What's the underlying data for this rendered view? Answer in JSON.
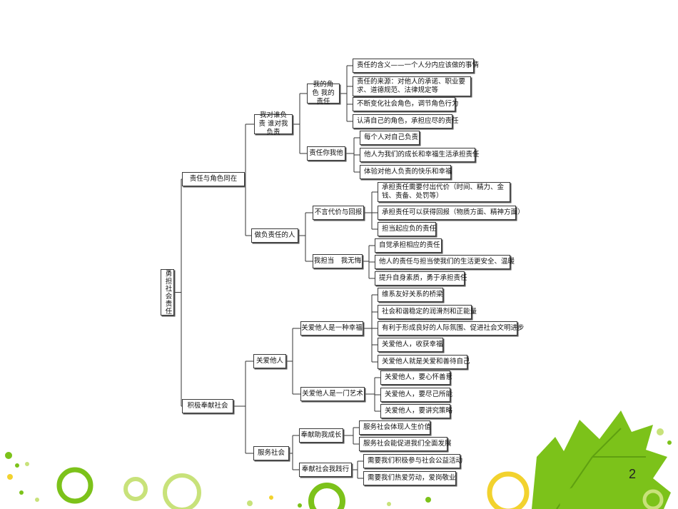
{
  "root": "勇担社会责任",
  "branches": [
    {
      "label": "责任与角色同在",
      "children": [
        {
          "label": "我对谁负责 谁对我负责",
          "children": [
            {
              "label": "我的角色 我的责任",
              "items": [
                "责任的含义——一个人分内应该做的事情",
                "责任的来源：对他人的承诺、职业要求、道德规范、法律规定等",
                "不断变化社会角色，调节角色行为",
                "认清自己的角色，承担应尽的责任"
              ]
            },
            {
              "label": "责任你我他",
              "items": [
                "每个人对自己负责",
                "他人为我们的成长和幸福生活承担责任",
                "体验对他人负责的快乐和幸福"
              ]
            }
          ]
        },
        {
          "label": "做负责任的人",
          "children": [
            {
              "label": "不言代价与回报",
              "items": [
                "承担责任需要付出代价（时间、精力、金钱、责备、处罚等）",
                "承担责任可以获得回报（物质方面、精神方面）",
                "担当起应负的责任"
              ]
            },
            {
              "label": "我担当　我无悔",
              "items": [
                "自觉承担相应的责任",
                "他人的责任与担当使我们的生活更安全、温暖",
                "提升自身素质，勇于承担责任"
              ]
            }
          ]
        }
      ]
    },
    {
      "label": "积极奉献社会",
      "children": [
        {
          "label": "关爱他人",
          "children": [
            {
              "label": "关爱他人是一种幸福",
              "items": [
                "维系友好关系的桥梁",
                "社会和谐稳定的润滑剂和正能量",
                "有利于形成良好的人际氛围、促进社会文明进步",
                "关爱他人，收获幸福",
                "关爱他人就是关爱和善待自己"
              ]
            },
            {
              "label": "关爱他人是一门艺术",
              "items": [
                "关爱他人，要心怀善意",
                "关爱他人，要尽己所能",
                "关爱他人，要讲究策略"
              ]
            }
          ]
        },
        {
          "label": "服务社会",
          "children": [
            {
              "label": "奉献助我成长",
              "items": [
                "服务社会体现人生价值",
                "服务社会能促进我们全面发展"
              ]
            },
            {
              "label": "奉献社会我践行",
              "items": [
                "需要我们积极参与社会公益活动",
                "需要我们热爱劳动，爱岗敬业"
              ]
            }
          ]
        }
      ]
    }
  ],
  "page_number": "2",
  "colors": {
    "node_border": "#3a3a3a",
    "connector": "#333333",
    "deco_green": "#7cc21a",
    "deco_yellow": "#f2d22e",
    "deco_light": "#c8e27a"
  }
}
